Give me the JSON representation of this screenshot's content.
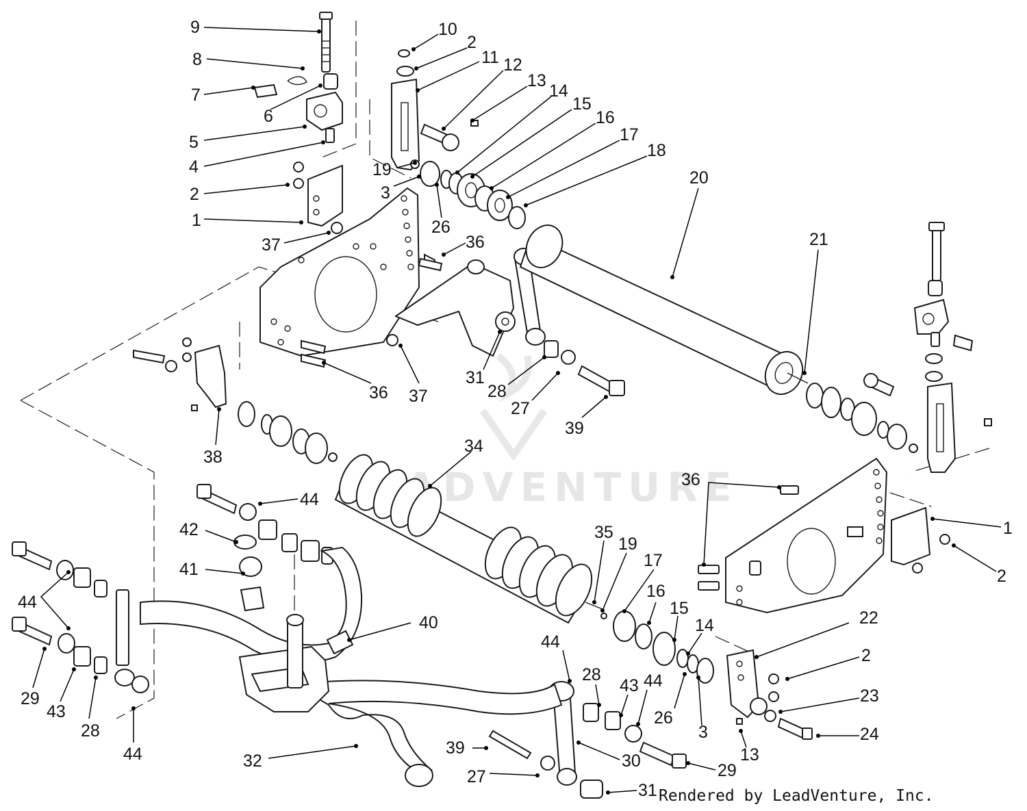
{
  "watermark": "LEADVENTURE",
  "credit": "Rendered by LeadVenture, Inc.",
  "labels": [
    {
      "id": "L9",
      "text": "9"
    },
    {
      "id": "L8",
      "text": "8"
    },
    {
      "id": "L7",
      "text": "7"
    },
    {
      "id": "L6",
      "text": "6"
    },
    {
      "id": "L5",
      "text": "5"
    },
    {
      "id": "L4",
      "text": "4"
    },
    {
      "id": "L2a",
      "text": "2"
    },
    {
      "id": "L1a",
      "text": "1"
    },
    {
      "id": "L10",
      "text": "10"
    },
    {
      "id": "L2b",
      "text": "2"
    },
    {
      "id": "L11",
      "text": "11"
    },
    {
      "id": "L12",
      "text": "12"
    },
    {
      "id": "L13a",
      "text": "13"
    },
    {
      "id": "L14a",
      "text": "14"
    },
    {
      "id": "L15a",
      "text": "15"
    },
    {
      "id": "L16a",
      "text": "16"
    },
    {
      "id": "L17a",
      "text": "17"
    },
    {
      "id": "L18",
      "text": "18"
    },
    {
      "id": "L19a",
      "text": "19"
    },
    {
      "id": "L3a",
      "text": "3"
    },
    {
      "id": "L26a",
      "text": "26"
    },
    {
      "id": "L20",
      "text": "20"
    },
    {
      "id": "L21",
      "text": "21"
    },
    {
      "id": "L37a",
      "text": "37"
    },
    {
      "id": "L36a",
      "text": "36"
    },
    {
      "id": "L36b",
      "text": "36"
    },
    {
      "id": "L37b",
      "text": "37"
    },
    {
      "id": "L31a",
      "text": "31"
    },
    {
      "id": "L28a",
      "text": "28"
    },
    {
      "id": "L27a",
      "text": "27"
    },
    {
      "id": "L39a",
      "text": "39"
    },
    {
      "id": "L38",
      "text": "38"
    },
    {
      "id": "L34",
      "text": "34"
    },
    {
      "id": "L36c",
      "text": "36"
    },
    {
      "id": "L44a",
      "text": "44"
    },
    {
      "id": "L42",
      "text": "42"
    },
    {
      "id": "L41",
      "text": "41"
    },
    {
      "id": "L44b",
      "text": "44"
    },
    {
      "id": "L1b",
      "text": "1"
    },
    {
      "id": "L2c",
      "text": "2"
    },
    {
      "id": "L35",
      "text": "35"
    },
    {
      "id": "L19b",
      "text": "19"
    },
    {
      "id": "L17b",
      "text": "17"
    },
    {
      "id": "L16b",
      "text": "16"
    },
    {
      "id": "L15b",
      "text": "15"
    },
    {
      "id": "L14b",
      "text": "14"
    },
    {
      "id": "L22",
      "text": "22"
    },
    {
      "id": "L40",
      "text": "40"
    },
    {
      "id": "L44c",
      "text": "44"
    },
    {
      "id": "L28b",
      "text": "28"
    },
    {
      "id": "L43a",
      "text": "43"
    },
    {
      "id": "L44d",
      "text": "44"
    },
    {
      "id": "L26b",
      "text": "26"
    },
    {
      "id": "L3b",
      "text": "3"
    },
    {
      "id": "L2d",
      "text": "2"
    },
    {
      "id": "L23",
      "text": "23"
    },
    {
      "id": "L24",
      "text": "24"
    },
    {
      "id": "L13b",
      "text": "13"
    },
    {
      "id": "L29a",
      "text": "29"
    },
    {
      "id": "L43b",
      "text": "43"
    },
    {
      "id": "L28c",
      "text": "28"
    },
    {
      "id": "L44e",
      "text": "44"
    },
    {
      "id": "L32",
      "text": "32"
    },
    {
      "id": "L39b",
      "text": "39"
    },
    {
      "id": "L30",
      "text": "30"
    },
    {
      "id": "L29b",
      "text": "29"
    },
    {
      "id": "L27b",
      "text": "27"
    },
    {
      "id": "L31b",
      "text": "31"
    }
  ]
}
